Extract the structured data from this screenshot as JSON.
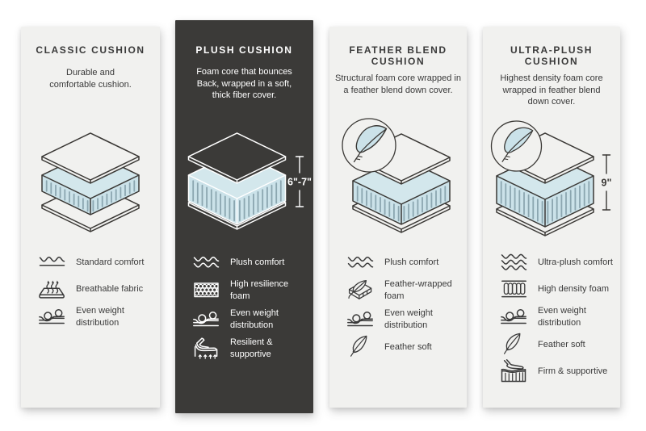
{
  "colors": {
    "page_background": "#ffffff",
    "panel_light_background": "#f1f1ef",
    "panel_dark_background": "#3b3a38",
    "text_dark": "#3a3a3a",
    "text_light": "#ffffff",
    "cushion_blue": "#cbe2e9",
    "cushion_blue_top": "#d3e7ec",
    "cushion_hatch": "#8ba6b0",
    "outline_dark": "#3a3835",
    "outline_light": "#ffffff"
  },
  "panels": [
    {
      "id": "classic",
      "theme": "light",
      "title_lines": [
        "CLASSIC CUSHION"
      ],
      "description_lines": [
        "Durable and",
        "comfortable cushion."
      ],
      "illustration": {
        "type": "layered-cushion",
        "measurement_label": null,
        "feather_badge": false
      },
      "features": [
        {
          "icon": "wave-single",
          "label_lines": [
            "Standard comfort"
          ]
        },
        {
          "icon": "breathable",
          "label_lines": [
            "Breathable fabric"
          ]
        },
        {
          "icon": "even-weight",
          "label_lines": [
            "Even weight",
            "distribution"
          ]
        }
      ]
    },
    {
      "id": "plush",
      "theme": "dark",
      "title_lines": [
        "PLUSH CUSHION"
      ],
      "description_lines": [
        "Foam core that bounces",
        "Back, wrapped in a soft,",
        "thick fiber cover."
      ],
      "illustration": {
        "type": "layered-cushion",
        "measurement_label": "6\"-7\"",
        "feather_badge": false
      },
      "features": [
        {
          "icon": "wave-double",
          "label_lines": [
            "Plush comfort"
          ]
        },
        {
          "icon": "foam-cells",
          "label_lines": [
            "High resilience",
            "foam"
          ]
        },
        {
          "icon": "even-weight",
          "label_lines": [
            "Even weight",
            "distribution"
          ]
        },
        {
          "icon": "resilient",
          "label_lines": [
            "Resilient &",
            "supportive"
          ]
        }
      ]
    },
    {
      "id": "feather-blend",
      "theme": "light",
      "title_lines": [
        "FEATHER BLEND",
        "CUSHION"
      ],
      "description_lines": [
        "Structural foam core wrapped in",
        "a feather blend down cover."
      ],
      "illustration": {
        "type": "layered-cushion",
        "measurement_label": null,
        "feather_badge": true
      },
      "features": [
        {
          "icon": "wave-double",
          "label_lines": [
            "Plush comfort"
          ]
        },
        {
          "icon": "feather-foam",
          "label_lines": [
            "Feather-wrapped",
            "foam"
          ]
        },
        {
          "icon": "even-weight",
          "label_lines": [
            "Even weight",
            "distribution"
          ]
        },
        {
          "icon": "feather",
          "label_lines": [
            "Feather soft"
          ]
        }
      ]
    },
    {
      "id": "ultra-plush",
      "theme": "light",
      "title_lines": [
        "ULTRA-PLUSH",
        "CUSHION"
      ],
      "description_lines": [
        "Highest density foam core",
        "wrapped in feather blend",
        "down cover."
      ],
      "illustration": {
        "type": "layered-cushion",
        "measurement_label": "9\"",
        "feather_badge": true
      },
      "features": [
        {
          "icon": "wave-triple",
          "label_lines": [
            "Ultra-plush comfort"
          ]
        },
        {
          "icon": "density-foam",
          "label_lines": [
            "High density foam"
          ]
        },
        {
          "icon": "even-weight",
          "label_lines": [
            "Even weight",
            "distribution"
          ]
        },
        {
          "icon": "feather",
          "label_lines": [
            "Feather soft"
          ]
        },
        {
          "icon": "firm",
          "label_lines": [
            "Firm & supportive"
          ]
        }
      ]
    }
  ]
}
